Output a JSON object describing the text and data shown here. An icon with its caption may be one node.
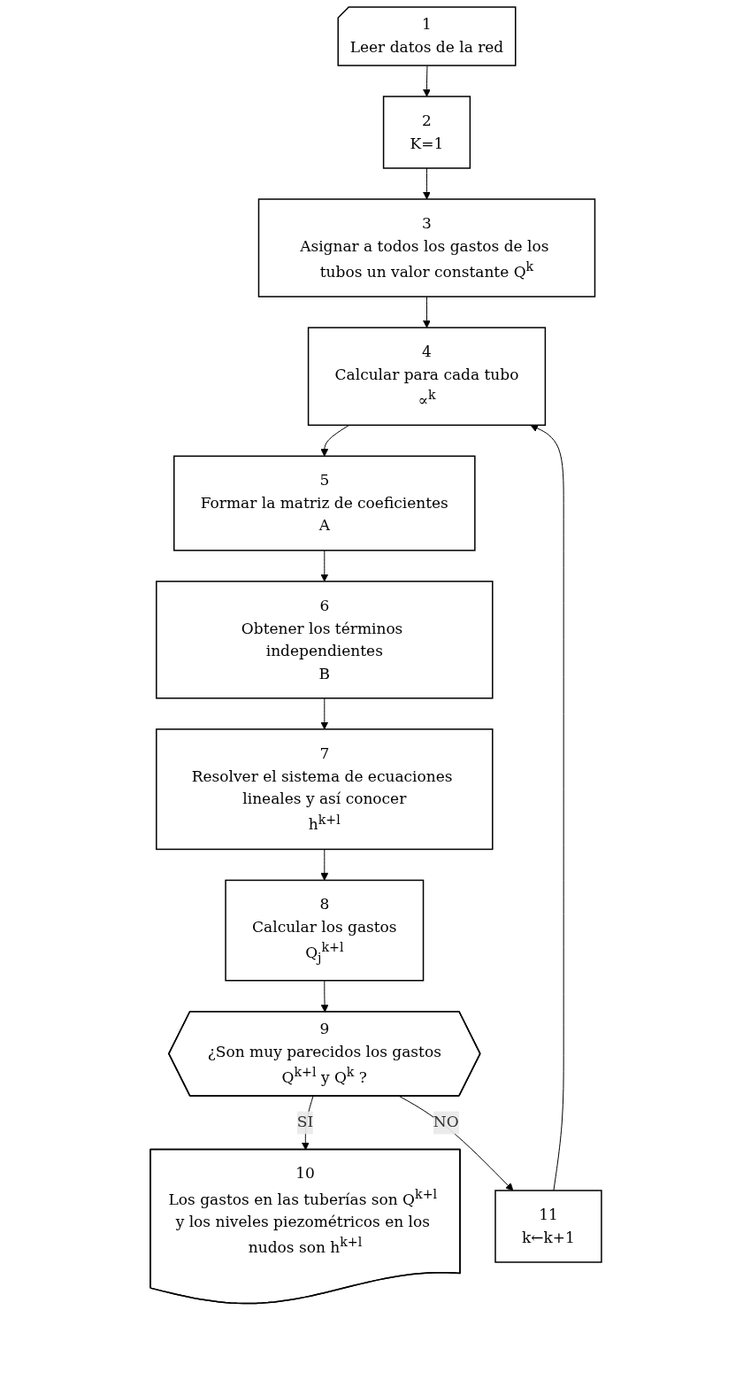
{
  "diagram": {
    "nodes": [
      {
        "text": [
          "1",
          "Leer datos de la red"
        ]
      },
      {
        "text": [
          "2",
          "K=1"
        ]
      },
      {
        "text": [
          "3",
          "Asignar a todos los gastos de los tubos un valor constante Q$^{k}$"
        ]
      },
      {
        "text": [
          "4",
          "Calcular para cada tubo",
          "∝$^{k}$"
        ]
      },
      {
        "text": [
          "5",
          "Formar la matriz de coeficientes",
          "A"
        ]
      },
      {
        "text": [
          "6",
          "Obtener los términos independientes",
          "B"
        ]
      },
      {
        "text": [
          "7",
          "Resolver el sistema de ecuaciones lineales y así conocer",
          "h$^{k+l}$"
        ]
      },
      {
        "text": [
          "8",
          "Calcular los gastos",
          "Q$_{j}$$^{k+l}$"
        ]
      },
      {
        "text": [
          "9",
          "¿Son muy parecidos los gastos",
          "Q$^{k+l}$ y Q$^{k}$ ?"
        ]
      },
      {
        "text": [
          "10",
          "Los gastos en las tuberías son Q$^{k+l}$ y los niveles piezométricos en los nudos son h$^{k+l}$"
        ]
      },
      {
        "text": [
          "11",
          "k←k+1"
        ]
      }
    ],
    "edges": [
      {
        "from": 0,
        "to": 1,
        "arrow": "to"
      },
      {
        "from": 1,
        "to": 2,
        "arrow": "to"
      },
      {
        "from": 2,
        "to": 3,
        "arrow": "to"
      },
      {
        "from": 3,
        "to": 4,
        "arrow": "to"
      },
      {
        "from": 4,
        "to": 5,
        "arrow": "to"
      },
      {
        "from": 5,
        "to": 6,
        "arrow": "to"
      },
      {
        "from": 6,
        "to": 7,
        "arrow": "to"
      },
      {
        "from": 7,
        "to": 8,
        "arrow": "to"
      },
      {
        "from": 8,
        "to": 9,
        "label": "SI",
        "arrow": "to"
      },
      {
        "from": 8,
        "to": 10,
        "label": "NO",
        "arrow": "to"
      },
      {
        "from": 10,
        "to": 3,
        "arrow": "to"
      }
    ]
  }
}
